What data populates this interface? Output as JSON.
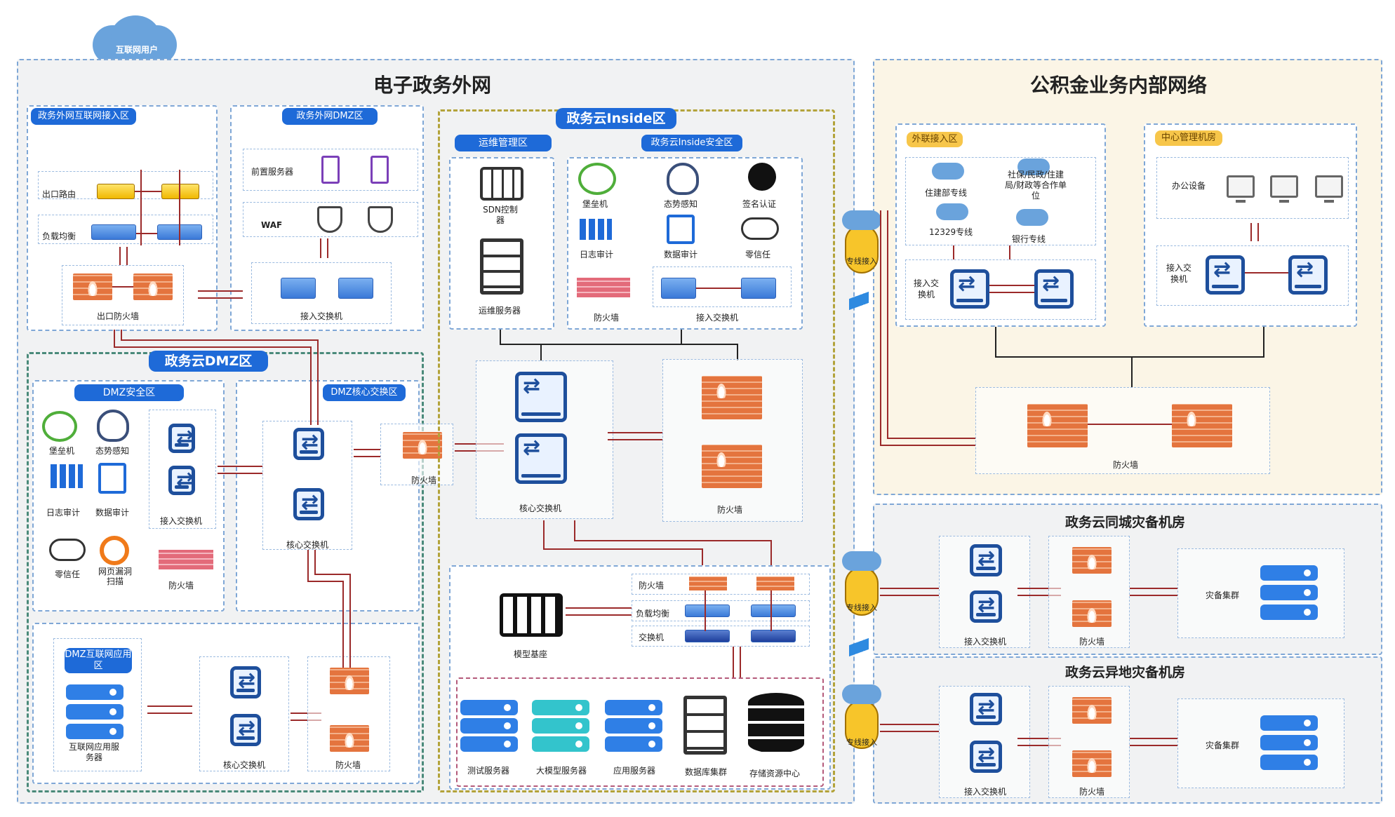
{
  "internet_user": "互联网用户",
  "zones": {
    "egov_extranet": "电子政务外网",
    "fund_internal": "公积金业务内部网络",
    "dr_same_city": "政务云同城灾备机房",
    "dr_remote": "政务云异地灾备机房"
  },
  "extranet_access": {
    "title": "政务外网互联网接入区",
    "exit_router": "出口路由",
    "load_balance": "负载均衡",
    "exit_firewall": "出口防火墙"
  },
  "extranet_dmz": {
    "title": "政务外网DMZ区",
    "front_server": "前置服务器",
    "waf": "WAF",
    "access_switch": "接入交换机"
  },
  "cloud_dmz": {
    "title": "政务云DMZ区",
    "security": {
      "title": "DMZ安全区",
      "bastion": "堡垒机",
      "situation": "态势感知",
      "log_audit": "日志审计",
      "data_audit": "数据审计",
      "zero_trust": "零信任",
      "web_scan": "网页漏洞扫描",
      "access_switch": "接入交换机",
      "firewall": "防火墙"
    },
    "core": {
      "title": "DMZ核心交换区",
      "core_switch": "核心交换机"
    },
    "app": {
      "title": "DMZ互联网应用区",
      "servers": "互联网应用服务器",
      "core_switch": "核心交换机",
      "firewall": "防火墙"
    },
    "middle_firewall": "防火墙"
  },
  "cloud_inside": {
    "title": "政务云Inside区",
    "ops": {
      "title": "运维管理区",
      "sdn": "SDN控制器",
      "ops_server": "运维服务器"
    },
    "security": {
      "title": "政务云Inside安全区",
      "bastion": "堡垒机",
      "situation": "态势感知",
      "sign": "签名认证",
      "log_audit": "日志审计",
      "data_audit": "数据审计",
      "zero_trust": "零信任",
      "firewall": "防火墙",
      "access_switch": "接入交换机"
    },
    "core_switch": "核心交换机",
    "firewall": "防火墙",
    "model_base": "模型基座",
    "rows": [
      "防火墙",
      "负载均衡",
      "交换机"
    ],
    "servers": [
      "测试服务器",
      "大模型服务器",
      "应用服务器",
      "数据库集群",
      "存储资源中心"
    ]
  },
  "fund": {
    "external": {
      "title": "外联接入区",
      "housing": "住建部专线",
      "partners": "社保/民政/住建局/财政等合作单位",
      "line12329": "12329专线",
      "bank": "银行专线",
      "access_switch": "接入交换机"
    },
    "center": {
      "title": "中心管理机房",
      "office": "办公设备",
      "access_switch": "接入交换机"
    },
    "firewall": "防火墙"
  },
  "dedicated_line": "专线接入",
  "dr": {
    "access_switch": "接入交换机",
    "firewall": "防火墙",
    "cluster": "灾备集群"
  }
}
